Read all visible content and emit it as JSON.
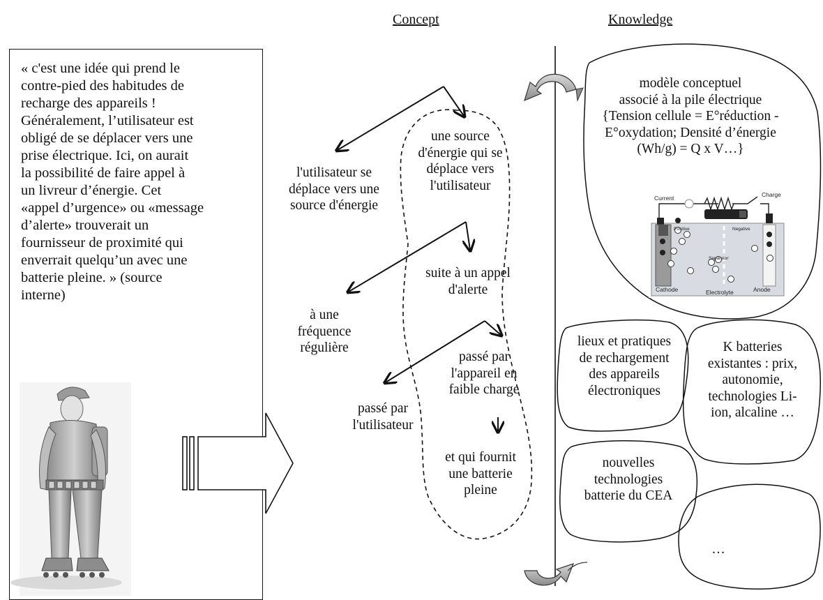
{
  "headers": {
    "concept": "Concept",
    "knowledge": "Knowledge"
  },
  "quote": {
    "lines": [
      "« c'est une idée qui prend le",
      "contre-pied des habitudes de",
      "recharge des appareils !",
      "Généralement,  l’utilisateur est",
      "obligé de se déplacer vers une",
      "prise électrique. Ici, on aurait",
      "la possibilité de faire appel à",
      "un livreur d’énergie. Cet",
      "«appel d’urgence» ou «message",
      "d’alerte» trouverait un",
      "fournisseur de proximité qui",
      "enverrait quelqu’un avec une",
      "batterie pleine. » (source",
      "interne)"
    ]
  },
  "concept_nodes": {
    "user_moves": [
      "l'utilisateur se",
      "déplace vers une",
      "source d'énergie"
    ],
    "source_moves": [
      "une source",
      "d'énergie qui se",
      "déplace vers",
      "l'utilisateur"
    ],
    "after_alert": [
      "suite à un appel",
      "d'alerte"
    ],
    "regular_freq": [
      "à une",
      "fréquence",
      "régulière"
    ],
    "by_device": [
      "passé par",
      "l'appareil en",
      "faible charge"
    ],
    "by_user": [
      "passé par",
      "l'utilisateur"
    ],
    "provides_battery": [
      "et qui fournit",
      "une batterie",
      "pleine"
    ]
  },
  "knowledge_nodes": {
    "model": [
      "modèle conceptuel",
      "associé à la pile électrique",
      "{Tension cellule = E°réduction -",
      "E°oxydation; Densité d’énergie",
      "(Wh/g) = Q  x V…}"
    ],
    "places": [
      "lieux et pratiques",
      "de rechargement",
      "des appareils",
      "électroniques"
    ],
    "existing": [
      "K batteries",
      "existantes : prix,",
      "autonomie,",
      "technologies Li-",
      "ion, alcaline …"
    ],
    "cea": [
      "nouvelles",
      "technologies",
      "batterie du CEA"
    ],
    "more": "…"
  },
  "battery_diagram": {
    "current": "Current",
    "charge": "Charge",
    "positive": "Positive",
    "negative": "Negative",
    "separator": "Separator",
    "cathode": "Cathode",
    "electrolyte": "Electrolyte",
    "anode": "Anode"
  }
}
